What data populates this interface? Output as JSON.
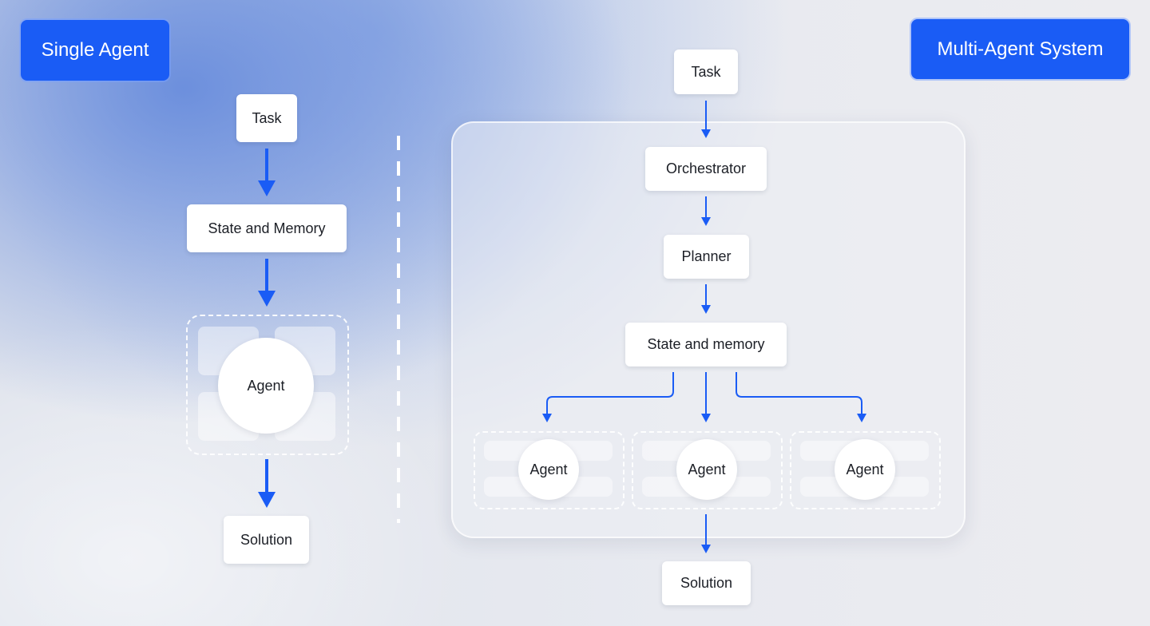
{
  "single": {
    "title": "Single Agent",
    "task": "Task",
    "state": "State and Memory",
    "agent": "Agent",
    "solution": "Solution"
  },
  "multi": {
    "title": "Multi-Agent System",
    "task": "Task",
    "orchestrator": "Orchestrator",
    "planner": "Planner",
    "state": "State and memory",
    "agents": [
      "Agent",
      "Agent",
      "Agent"
    ],
    "solution": "Solution"
  },
  "colors": {
    "accent": "#1a5cf5",
    "arrow": "#1a5cf5"
  }
}
